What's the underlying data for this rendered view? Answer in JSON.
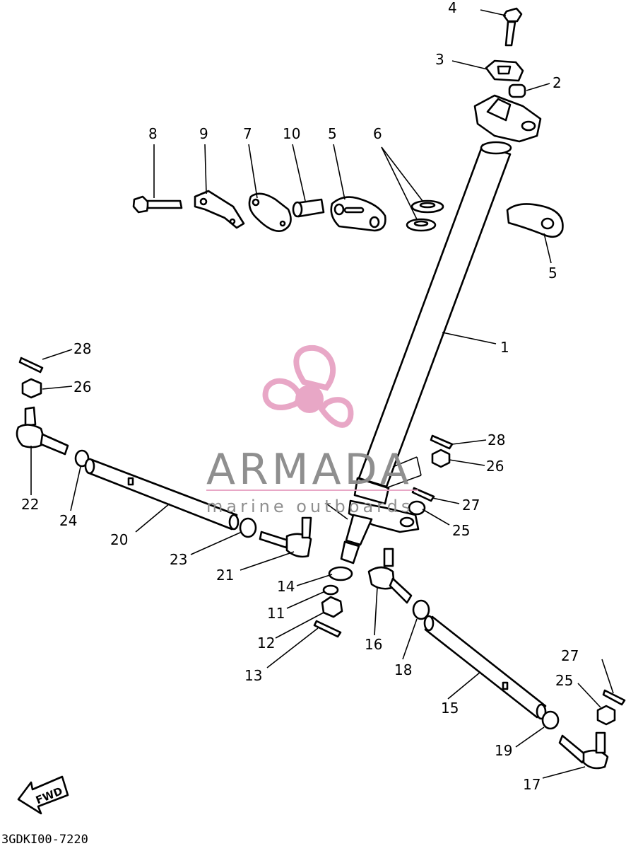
{
  "diagram": {
    "callouts": [
      {
        "id": "c1",
        "label": "1"
      },
      {
        "id": "c2",
        "label": "2"
      },
      {
        "id": "c3",
        "label": "3"
      },
      {
        "id": "c4",
        "label": "4"
      },
      {
        "id": "c5a",
        "label": "5"
      },
      {
        "id": "c5b",
        "label": "5"
      },
      {
        "id": "c6",
        "label": "6"
      },
      {
        "id": "c7",
        "label": "7"
      },
      {
        "id": "c8",
        "label": "8"
      },
      {
        "id": "c9",
        "label": "9"
      },
      {
        "id": "c10",
        "label": "10"
      },
      {
        "id": "c11",
        "label": "11"
      },
      {
        "id": "c12",
        "label": "12"
      },
      {
        "id": "c13",
        "label": "13"
      },
      {
        "id": "c14",
        "label": "14"
      },
      {
        "id": "c15",
        "label": "15"
      },
      {
        "id": "c16",
        "label": "16"
      },
      {
        "id": "c17",
        "label": "17"
      },
      {
        "id": "c18",
        "label": "18"
      },
      {
        "id": "c19",
        "label": "19"
      },
      {
        "id": "c20",
        "label": "20"
      },
      {
        "id": "c21",
        "label": "21"
      },
      {
        "id": "c22",
        "label": "22"
      },
      {
        "id": "c23",
        "label": "23"
      },
      {
        "id": "c24",
        "label": "24"
      },
      {
        "id": "c25a",
        "label": "25"
      },
      {
        "id": "c25b",
        "label": "25"
      },
      {
        "id": "c26a",
        "label": "26"
      },
      {
        "id": "c26b",
        "label": "26"
      },
      {
        "id": "c27a",
        "label": "27"
      },
      {
        "id": "c27b",
        "label": "27"
      },
      {
        "id": "c28a",
        "label": "28"
      },
      {
        "id": "c28b",
        "label": "28"
      }
    ],
    "fwd_label": "FWD",
    "drawing_code": "3GDKI00-7220"
  },
  "watermark": {
    "brand": "ARMADA",
    "tagline": "marine outboards",
    "logo_color": "#e7a3c4",
    "text_color": "#8a8a8a"
  }
}
